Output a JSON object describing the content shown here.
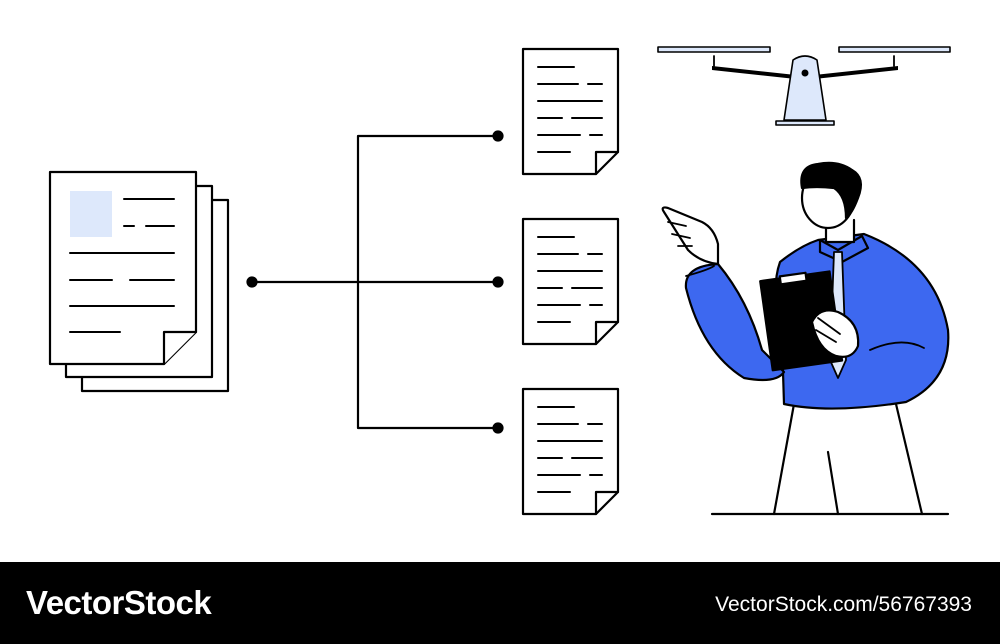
{
  "footer": {
    "brand": "VectorStock",
    "image_id": "VectorStock.com/56767393"
  },
  "icons": {
    "document_stack": "document-stack-icon",
    "document": "document-icon",
    "balance_scale": "balance-scale-icon",
    "person": "person-with-clipboard",
    "clipboard": "clipboard-icon"
  },
  "colors": {
    "line": "#000000",
    "accent_blue": "#3d68f0",
    "pale_blue": "#dde8fb",
    "background": "#ffffff",
    "footer_bg": "#000000"
  }
}
